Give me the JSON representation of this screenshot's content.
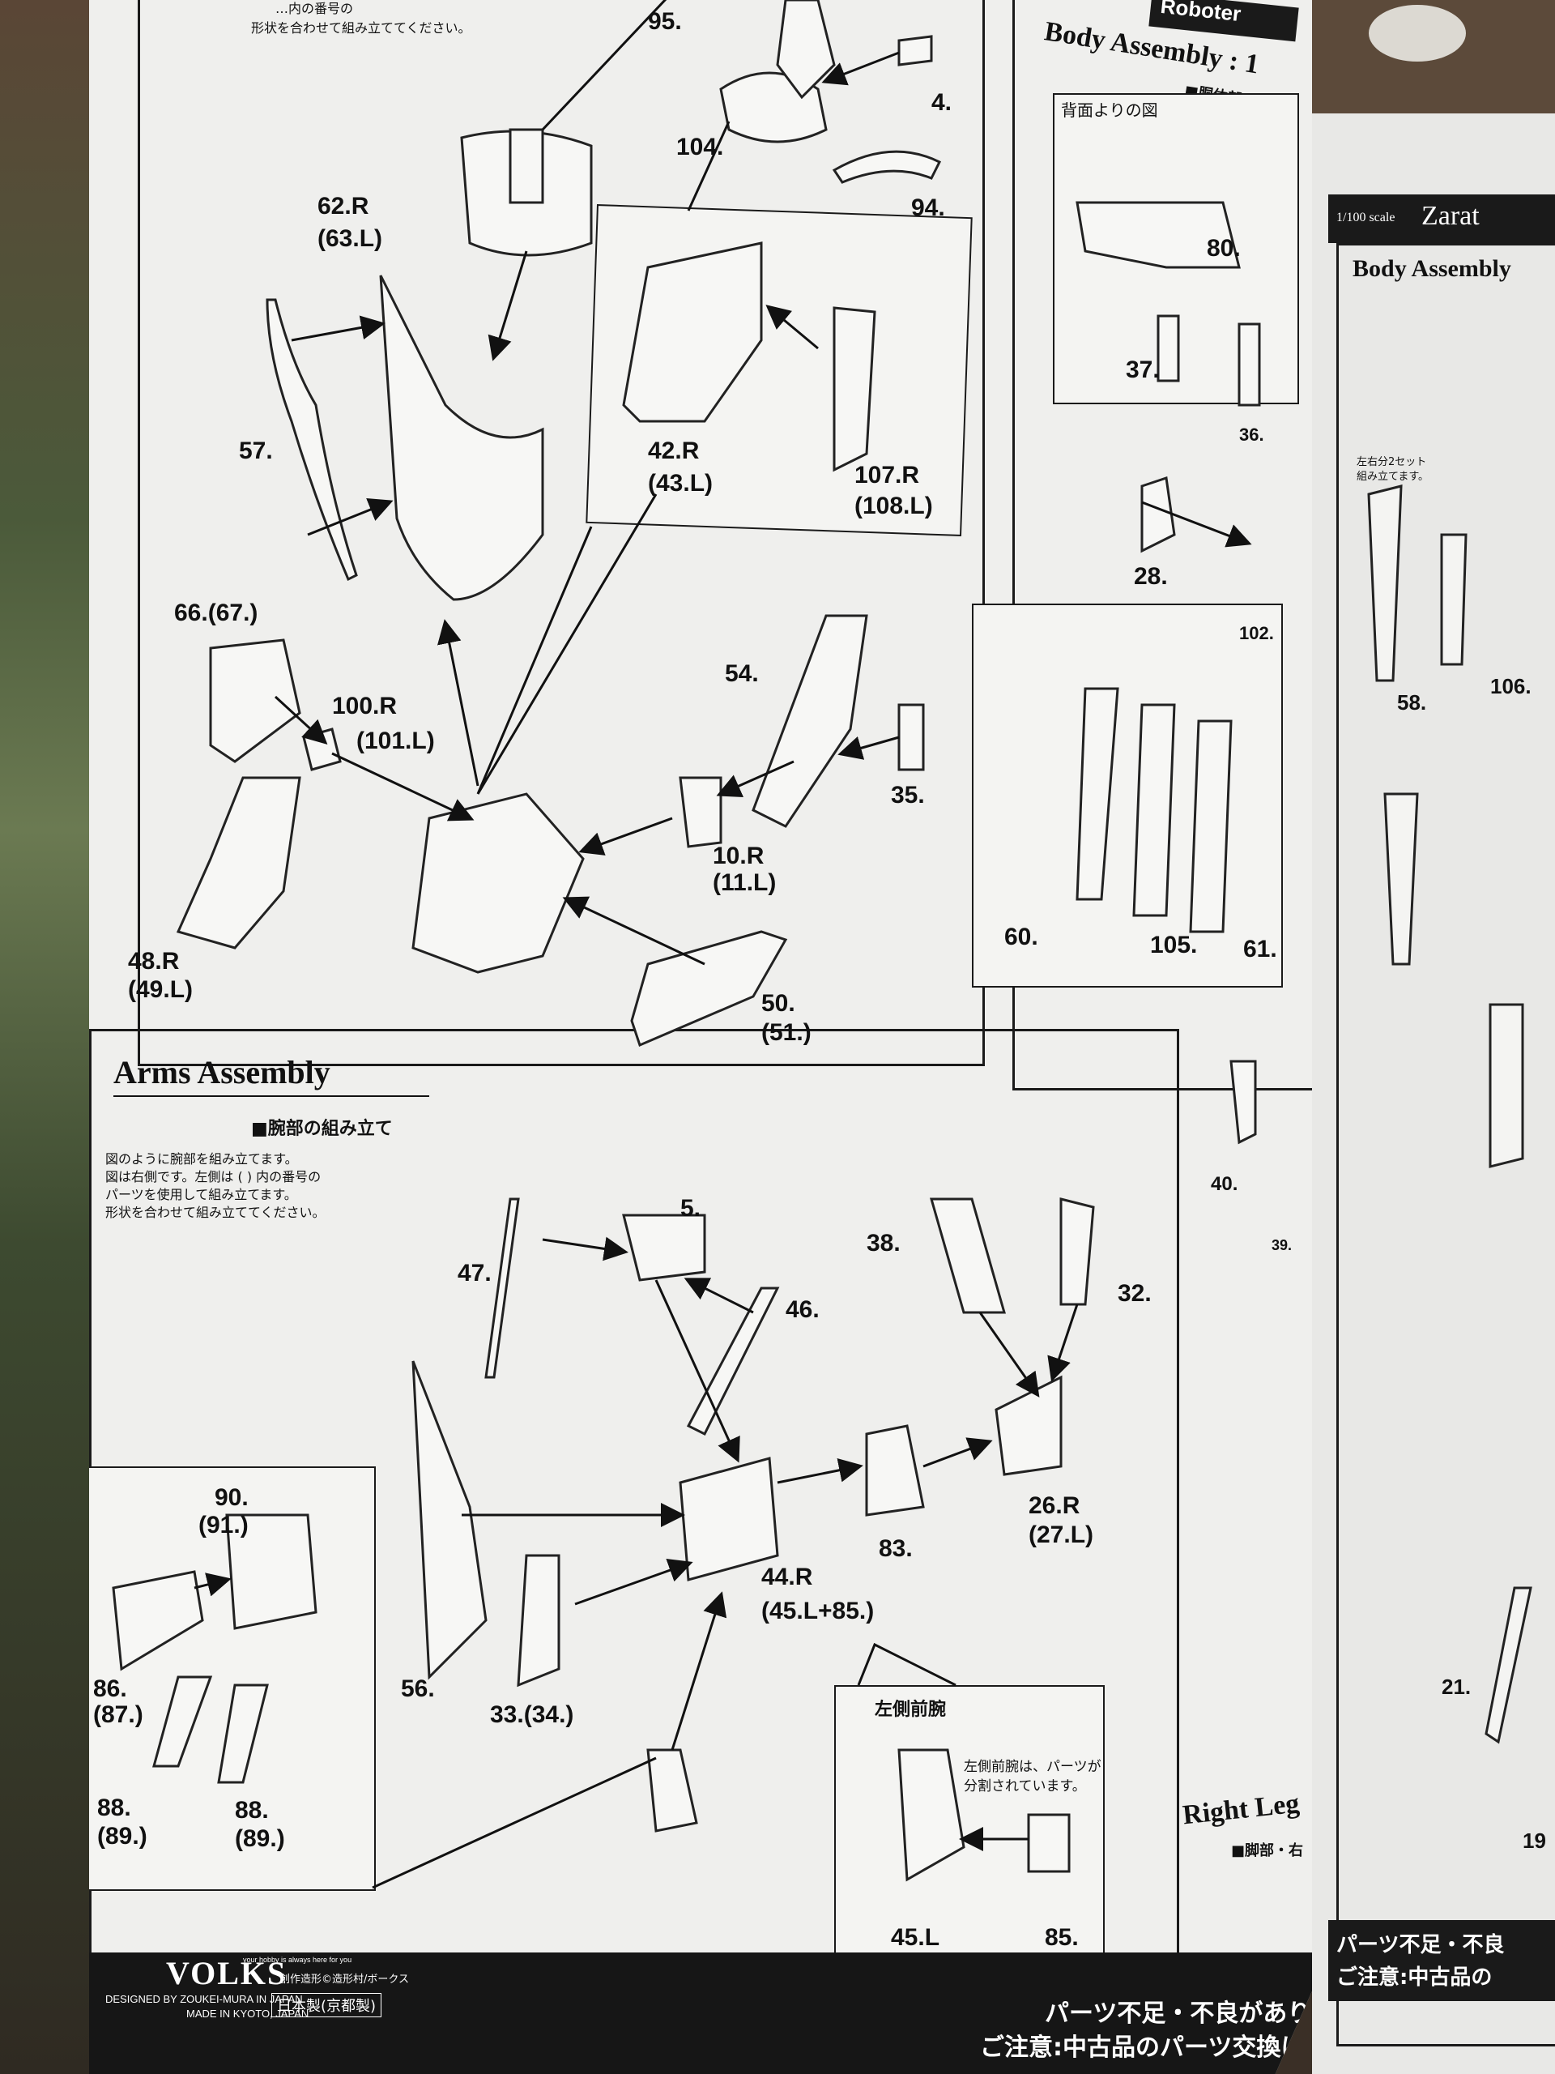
{
  "main_sheet": {
    "top_note": {
      "lines": [
        "…内の番号の",
        "形状を合わせて組み立ててください。"
      ]
    },
    "upper_assembly": {
      "labels": {
        "p95": "95.",
        "p4": "4.",
        "p104": "104.",
        "p94": "94.",
        "p62": "62.R",
        "p63": "(63.L)",
        "p57": "57.",
        "p42": "42.R",
        "p43": "(43.L)",
        "p107": "107.R",
        "p108": "(108.L)",
        "p66": "66.(67.)",
        "p100": "100.R",
        "p101": "(101.L)",
        "p54": "54.",
        "p35": "35.",
        "p10": "10.R",
        "p11": "(11.L)",
        "p48": "48.R",
        "p49": "(49.L)",
        "p50": "50.",
        "p51": "(51.)"
      }
    },
    "body_assembly": {
      "title": "Body Assembly : 1",
      "jp_subtitle": "■胴体部の組み立て",
      "view_note": "背面よりの図",
      "header_badge": "Roboter",
      "labels": {
        "p80": "80.",
        "p37": "37.",
        "p36": "36.",
        "p28": "28.",
        "p102": "102.",
        "p60": "60.",
        "p105": "105.",
        "p61": "61.",
        "p40": "40.",
        "p39": "39."
      }
    },
    "arms_assembly": {
      "title": "Arms Assembly",
      "jp_subtitle": "■腕部の組み立て",
      "instructions": [
        "図のように腕部を組み立てます。",
        "図は右側です。左側は ( ) 内の番号の",
        "パーツを使用して組み立てます。",
        "形状を合わせて組み立ててください。"
      ],
      "labels": {
        "p5": "5.",
        "p47": "47.",
        "p46": "46.",
        "p38": "38.",
        "p32": "32.",
        "p90": "90.",
        "p91": "(91.)",
        "p83": "83.",
        "p26": "26.R",
        "p27": "(27.L)",
        "p44": "44.R",
        "p45": "(45.L+85.)",
        "p86": "86.",
        "p87": "(87.)",
        "p56": "56.",
        "p33": "33.(34.)",
        "p88a": "88.",
        "p89a": "(89.)",
        "p88b": "88.",
        "p89b": "(89.)"
      },
      "left_forearm": {
        "title": "左側前腕",
        "note_lines": [
          "左側前腕は、パーツが",
          "分割されています。"
        ],
        "p45L": "45.L",
        "p85": "85."
      }
    },
    "right_leg": {
      "title": "Right Leg",
      "jp_subtitle": "■脚部・右"
    },
    "footer": {
      "brand": "VOLKS",
      "brand_tagline": "your hobby is always here for you",
      "designed_by": "DESIGNED BY ZOUKEI-MURA IN JAPAN",
      "made_in": "MADE IN KYOTO, JAPAN",
      "credit_jp": "創作造形©造形村/ボークス",
      "origin_badge": "日本製(京都製)",
      "warning_1": "パーツ不足・不良がありま",
      "warning_2": "ご注意:中古品のパーツ交換に"
    }
  },
  "right_sheet": {
    "scale": "1/100 scale",
    "name": "Zarat",
    "body_title": "Body Assembly",
    "set_note": [
      "左右分2セット",
      "組み立てます。"
    ],
    "labels": {
      "p58": "58.",
      "p106": "106.",
      "p21": "21.",
      "p19": "19"
    },
    "warning_1": "パーツ不足・不良",
    "warning_2": "ご注意:中古品の"
  },
  "colors": {
    "paper": "#efefed",
    "ink": "#1a1a1a",
    "footer": "#161616"
  }
}
